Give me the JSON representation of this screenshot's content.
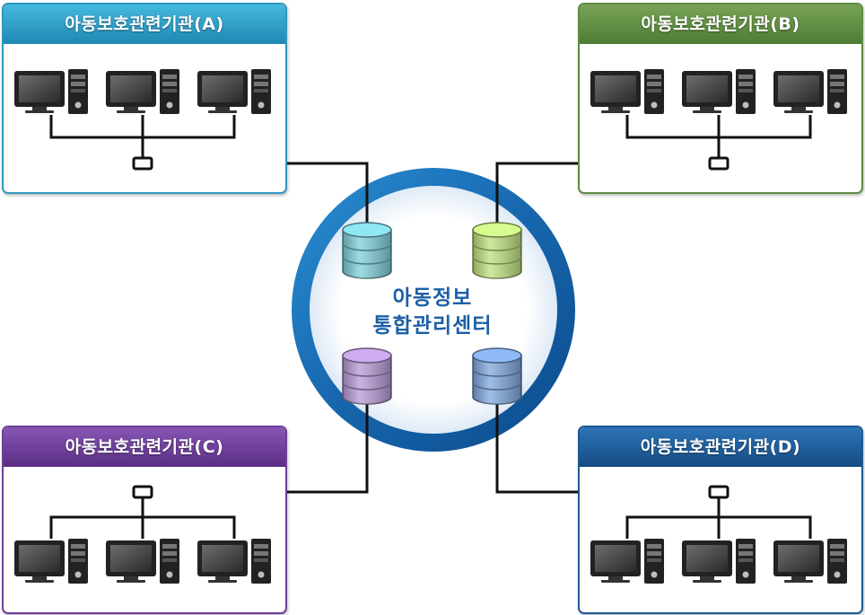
{
  "agencies": {
    "a": {
      "label": "아동보호관련기관(A)",
      "color": "#2f98c0"
    },
    "b": {
      "label": "아동보호관련기관(B)",
      "color": "#5d8a42"
    },
    "c": {
      "label": "아동보호관련기관(C)",
      "color": "#6f3f99"
    },
    "d": {
      "label": "아동보호관련기관(D)",
      "color": "#1d5a94"
    }
  },
  "center": {
    "line1": "아동정보",
    "line2": "통합관리센터",
    "ring_color": "#1a6fb5"
  },
  "databases": {
    "a": {
      "color": "#7fcfda"
    },
    "b": {
      "color": "#bfe07f"
    },
    "c": {
      "color": "#b79ad6"
    },
    "d": {
      "color": "#7fa7dd"
    }
  }
}
